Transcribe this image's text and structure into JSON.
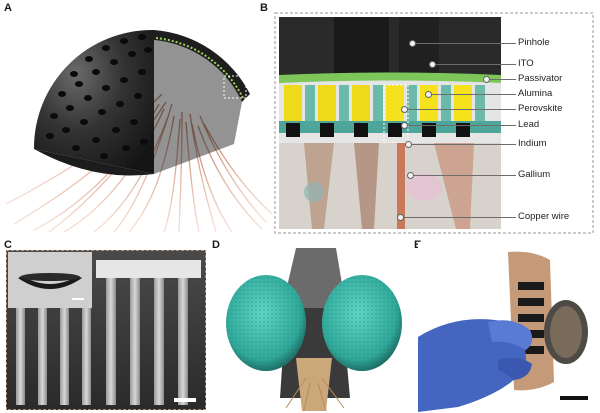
{
  "panels": {
    "a": {
      "letter": "A"
    },
    "b": {
      "letter": "B",
      "labels": [
        "Pinhole",
        "ITO",
        "Passivator",
        "Alumina",
        "Perovskite",
        "Lead",
        "Indium",
        "Gallium",
        "Copper wire"
      ]
    },
    "c": {
      "letter": "C"
    },
    "d": {
      "letter": "D"
    },
    "e": {
      "letter": "E"
    }
  },
  "colors": {
    "copper": "#c9785a",
    "dome": "#2f2f2f",
    "ito": "#7cc65a",
    "perovskite": "#f4e21c",
    "alumina_teal": "#5fb4a8",
    "eye": "#3fbfb0",
    "glove": "#4466c0",
    "dashed_box": "#d6a98c"
  }
}
